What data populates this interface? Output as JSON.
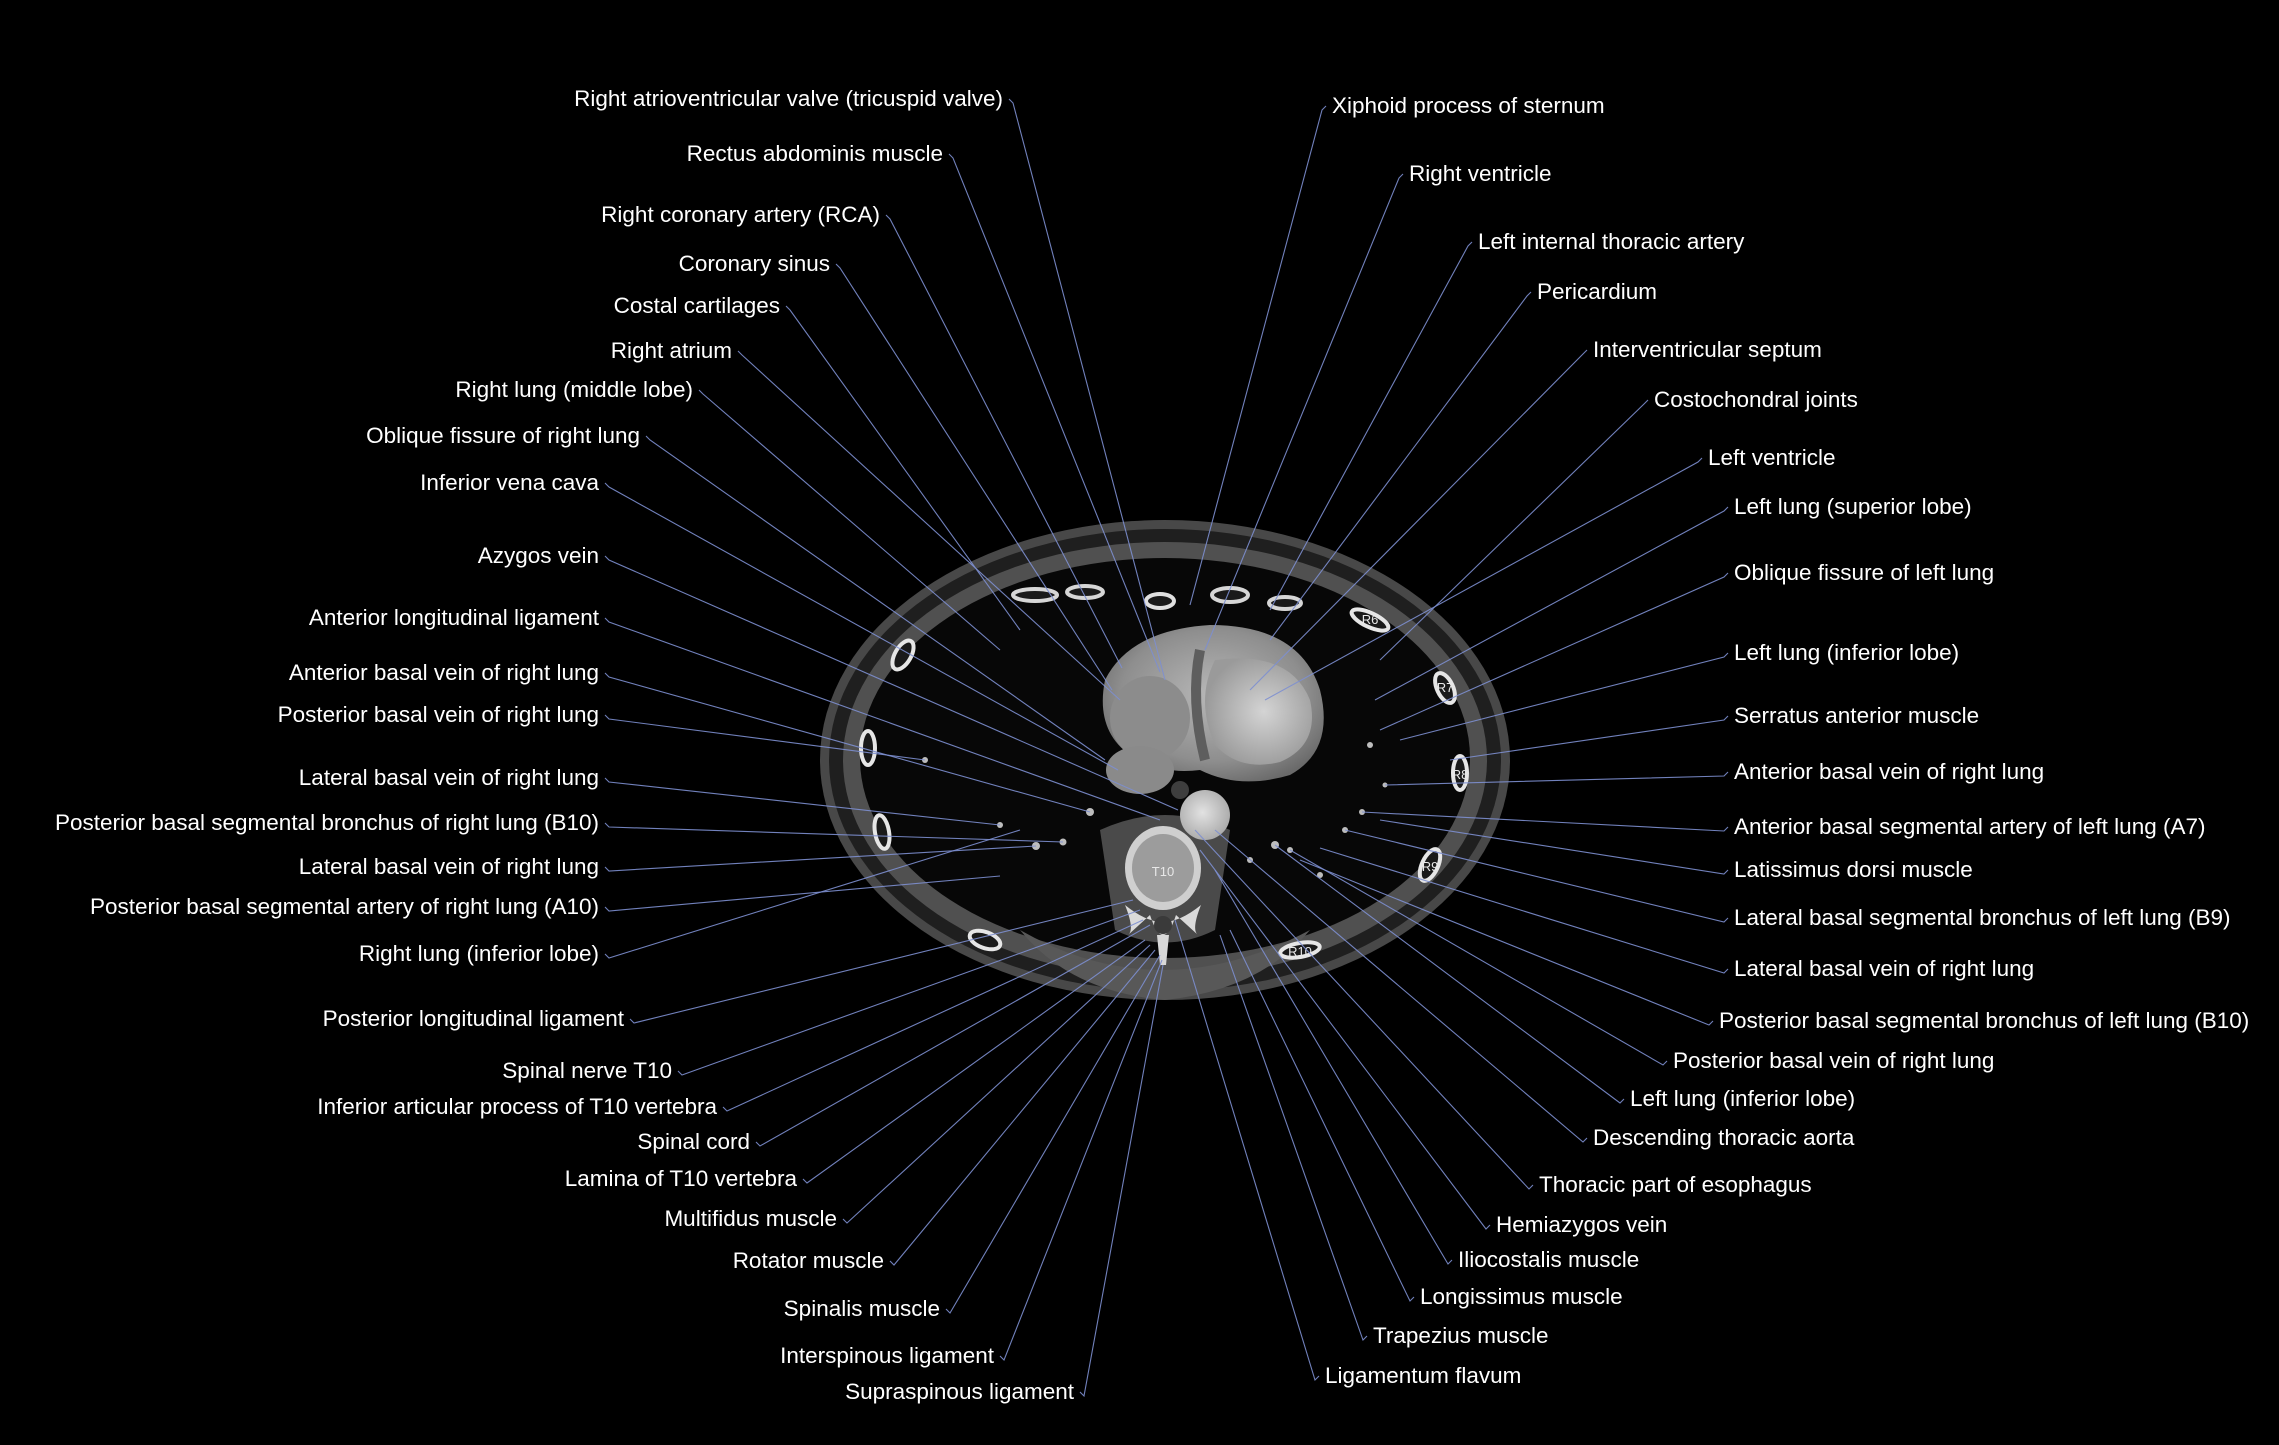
{
  "vertebra_labels": [
    "T10",
    "R6",
    "R7",
    "R8",
    "R9",
    "R10"
  ],
  "colors": {
    "background": "#000000",
    "label_text": "#ffffff",
    "leader_line": "#7d8fd0",
    "soft_tissue": "#5a5a5a",
    "fat": "#1e1e1e",
    "lung": "#050505",
    "bone": "#e6e6e6"
  },
  "labels_left": [
    "Right atrioventricular valve (tricuspid valve)",
    "Rectus abdominis muscle",
    "Right coronary artery (RCA)",
    "Coronary sinus",
    "Costal cartilages",
    "Right atrium",
    "Right lung (middle lobe)",
    "Oblique fissure of right lung",
    "Inferior vena cava",
    "Azygos vein",
    "Anterior longitudinal ligament",
    "Anterior basal vein of right lung",
    "Posterior basal vein of right lung",
    "Lateral basal vein of right lung",
    "Posterior basal segmental bronchus of right lung (B10)",
    "Lateral basal vein of right lung",
    "Posterior basal segmental artery of right lung (A10)",
    "Right lung (inferior lobe)",
    "Posterior longitudinal ligament",
    "Spinal nerve T10",
    "Inferior articular process of T10 vertebra",
    "Spinal cord",
    "Lamina of T10 vertebra",
    "Multifidus muscle",
    "Rotator muscle",
    "Spinalis muscle",
    "Interspinous ligament",
    "Supraspinous ligament"
  ],
  "labels_right": [
    "Xiphoid process of sternum",
    "Right ventricle",
    "Left internal thoracic artery",
    "Pericardium",
    "Interventricular septum",
    "Costochondral joints",
    "Left ventricle",
    "Left lung (superior lobe)",
    "Oblique fissure of left lung",
    "Left lung (inferior lobe)",
    "Serratus anterior muscle",
    "Anterior basal vein of right lung",
    "Anterior basal segmental artery of left lung (A7)",
    "Latissimus dorsi muscle",
    "Lateral basal segmental bronchus of left lung (B9)",
    "Lateral basal vein of right lung",
    "Posterior basal segmental bronchus of left lung (B10)",
    "Posterior basal vein of right lung",
    "Left lung (inferior lobe)",
    "Descending thoracic aorta",
    "Thoracic part of esophagus",
    "Hemiazygos vein",
    "Iliocostalis muscle",
    "Longissimus muscle",
    "Trapezius muscle",
    "Ligamentum flavum"
  ]
}
